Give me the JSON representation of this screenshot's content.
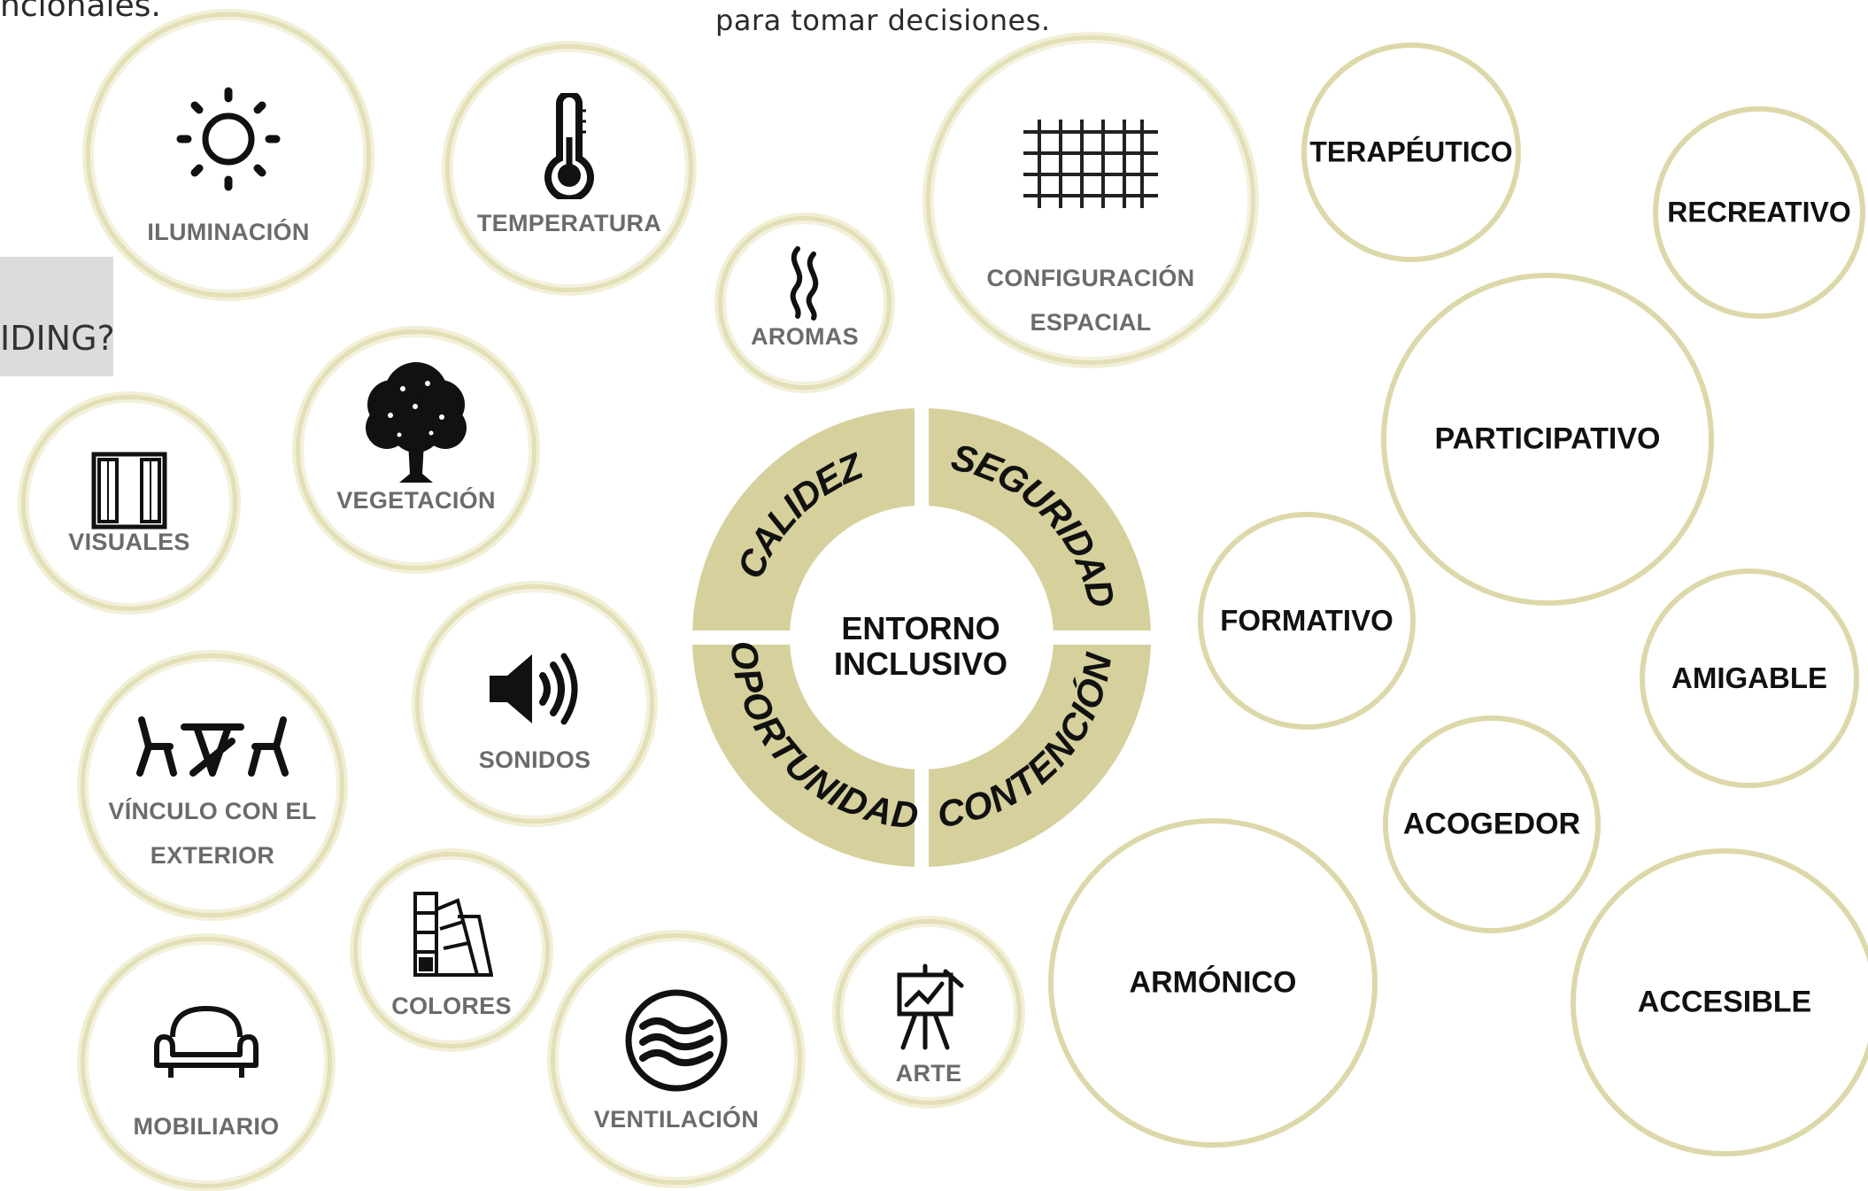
{
  "header": {
    "fragment_left": "ncionales.",
    "fragment_center": "para tomar decisiones.",
    "fragment_box": "IDING?"
  },
  "center": {
    "line1": "ENTORNO",
    "line2": "INCLUSIVO",
    "quadrants": [
      "CALIDEZ",
      "SEGURIDAD",
      "OPORTUNIDAD",
      "CONTENCIÓN"
    ]
  },
  "factors": {
    "iluminacion": "ILUMINACIÓN",
    "temperatura": "TEMPERATURA",
    "aromas": "AROMAS",
    "configuracion_1": "CONFIGURACIÓN",
    "configuracion_2": "ESPACIAL",
    "vegetacion": "VEGETACIÓN",
    "visuales": "VISUALES",
    "sonidos": "SONIDOS",
    "vinculo_1": "VÍNCULO CON EL",
    "vinculo_2": "EXTERIOR",
    "colores": "COLORES",
    "mobiliario": "MOBILIARIO",
    "ventilacion": "VENTILACIÓN",
    "arte": "ARTE"
  },
  "qualities": {
    "terapeutico": "TERAPÉUTICO",
    "recreativo": "RECREATIVO",
    "participativo": "PARTICIPATIVO",
    "formativo": "FORMATIVO",
    "amigable": "AMIGABLE",
    "acogedor": "ACOGEDOR",
    "armonico": "ARMÓNICO",
    "accesible": "ACCESIBLE"
  },
  "colors": {
    "ring": "#d6d09c",
    "circle_border": "#e3dfb6",
    "text_dark": "#111111",
    "text_grey": "#6b6b6b"
  }
}
